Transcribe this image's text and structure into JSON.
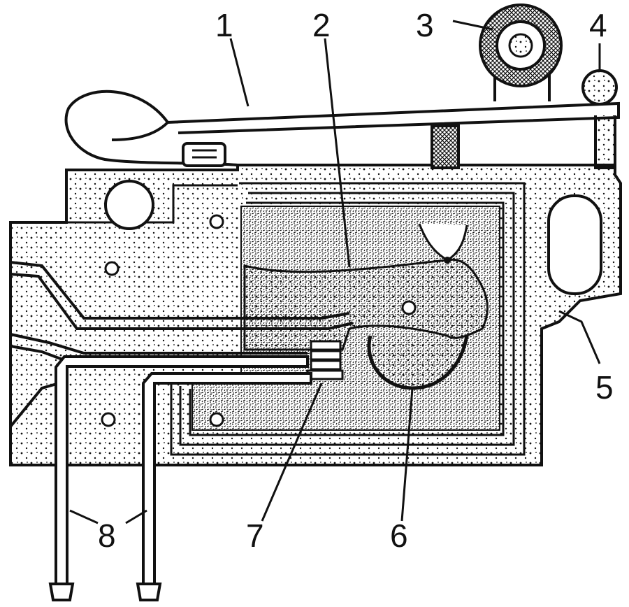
{
  "figure": {
    "callouts": [
      {
        "id": "1",
        "label": "1"
      },
      {
        "id": "2",
        "label": "2"
      },
      {
        "id": "3",
        "label": "3"
      },
      {
        "id": "4",
        "label": "4"
      },
      {
        "id": "5",
        "label": "5"
      },
      {
        "id": "6",
        "label": "6"
      },
      {
        "id": "7",
        "label": "7"
      },
      {
        "id": "8",
        "label": "8"
      }
    ],
    "colors": {
      "ink": "#111111",
      "paper": "#ffffff"
    }
  }
}
